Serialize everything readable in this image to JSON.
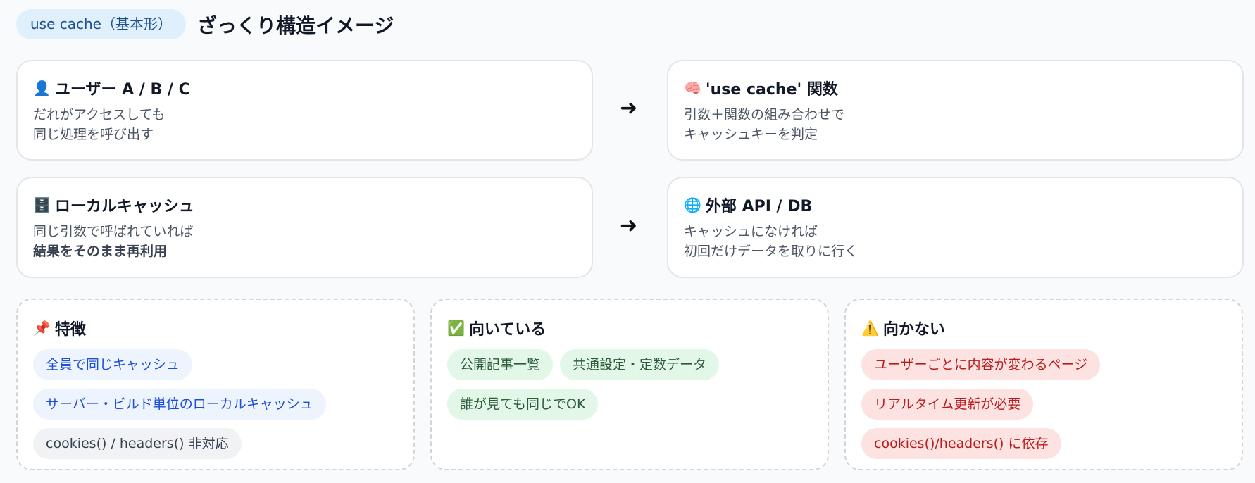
{
  "header": {
    "badge": "use cache（基本形）",
    "title": "ざっくり構造イメージ"
  },
  "flow": [
    {
      "icon": "👤",
      "title": "ユーザー A / B / C",
      "lines": [
        "だれがアクセスしても",
        "同じ処理を呼び出す"
      ]
    },
    {
      "icon": "🧠",
      "title": "'use cache' 関数",
      "lines": [
        "引数＋関数の組み合わせで",
        "キャッシュキーを判定"
      ]
    },
    {
      "icon": "🗄️",
      "title": "ローカルキャッシュ",
      "lines": [
        "同じ引数で呼ばれていれば",
        "結果をそのまま再利用"
      ]
    },
    {
      "icon": "🌐",
      "title": "外部 API / DB",
      "lines": [
        "キャッシュになければ",
        "初回だけデータを取りに行く"
      ]
    }
  ],
  "arrow": "➜",
  "features": {
    "icon": "📌",
    "title": "特徴",
    "chips": [
      "全員で同じキャッシュ",
      "サーバー・ビルド単位のローカルキャッシュ",
      "cookies() / headers() 非対応"
    ]
  },
  "suited": {
    "icon": "✅",
    "title": "向いている",
    "chips": [
      "公開記事一覧",
      "共通設定・定数データ",
      "誰が見ても同じでOK"
    ]
  },
  "unsuited": {
    "icon": "⚠️",
    "title": "向かない",
    "chips": [
      "ユーザーごとに内容が変わるページ",
      "リアルタイム更新が必要",
      "cookies()/headers() に依存"
    ]
  }
}
